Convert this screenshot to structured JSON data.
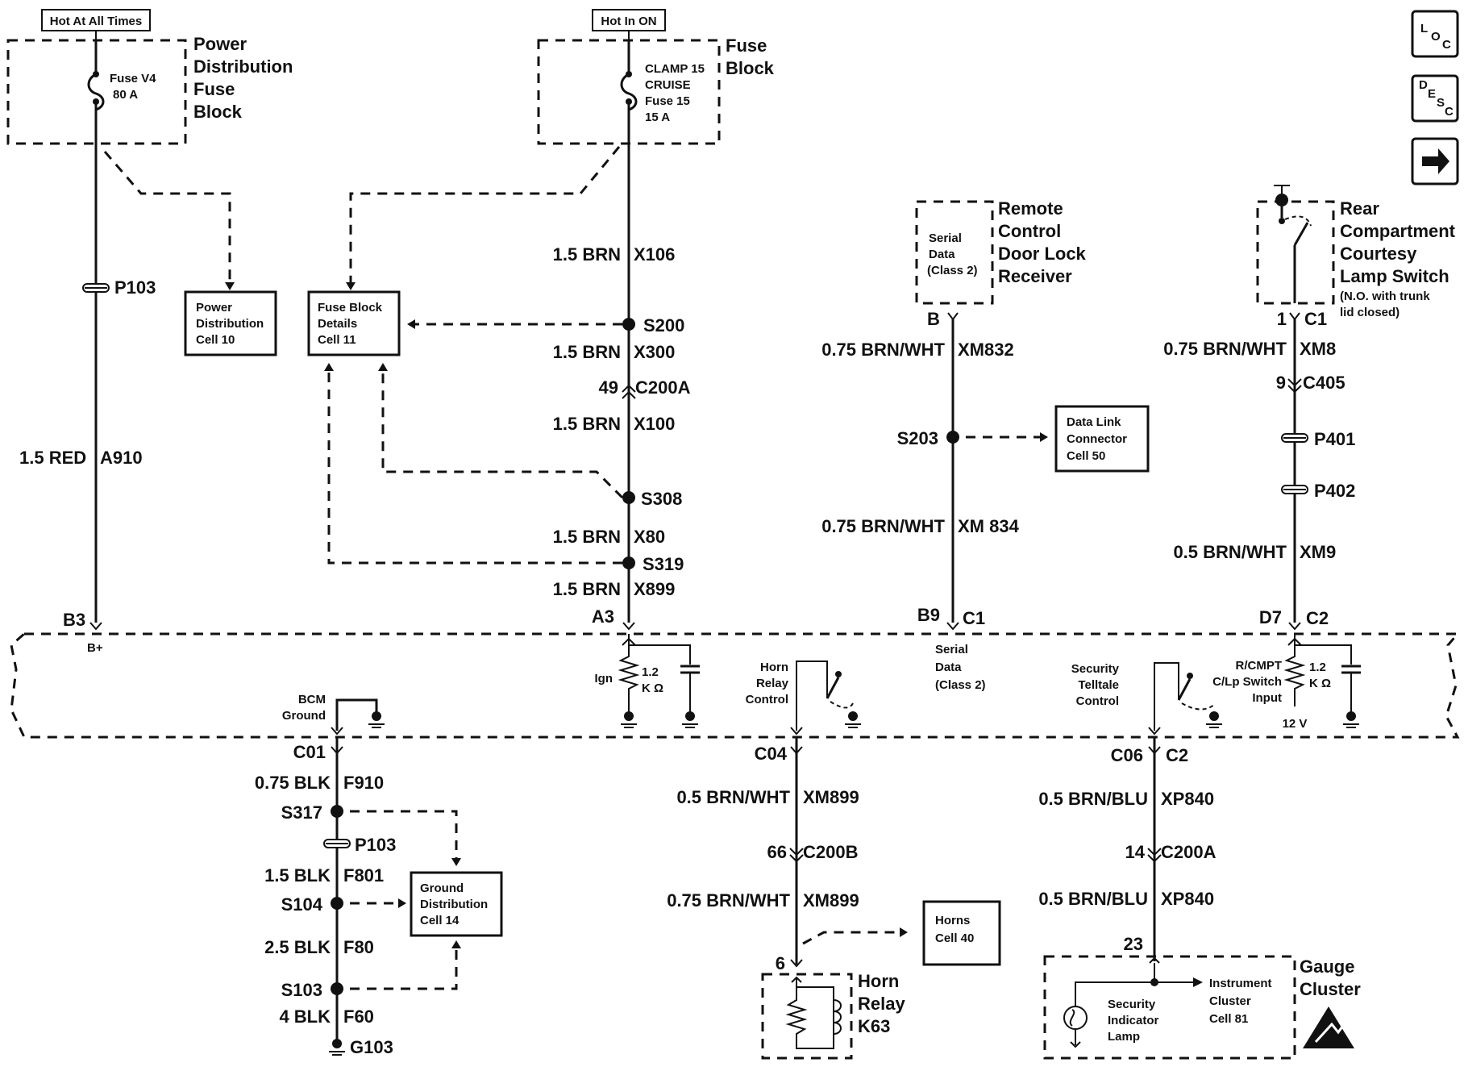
{
  "headers": {
    "hot_always": "Hot At All Times",
    "hot_on": "Hot In ON"
  },
  "power_dist": {
    "title": [
      "Power",
      "Distribution",
      "Fuse",
      "Block"
    ],
    "fuse": [
      "Fuse V4",
      "80 A"
    ]
  },
  "fuse_block": {
    "title": [
      "Fuse",
      "Block"
    ],
    "fuse": [
      "CLAMP 15",
      "CRUISE",
      "Fuse 15",
      "15 A"
    ]
  },
  "refs": {
    "power_dist_cell": [
      "Power",
      "Distribution",
      "Cell 10"
    ],
    "fuse_details_cell": [
      "Fuse Block",
      "Details",
      "Cell 11"
    ],
    "data_link_cell": [
      "Data Link",
      "Connector",
      "Cell 50"
    ],
    "ground_dist_cell": [
      "Ground",
      "Distribution",
      "Cell 14"
    ],
    "horns_cell": [
      "Horns",
      "Cell 40"
    ],
    "instrument_cell": [
      "Instrument",
      "Cluster",
      "Cell 81"
    ]
  },
  "remote": {
    "title": [
      "Remote",
      "Control",
      "Door Lock",
      "Receiver"
    ],
    "inner": [
      "Serial",
      "Data",
      "(Class 2)"
    ],
    "pin": "B",
    "wire1": "0.75 BRN/WHT",
    "circuit1": "XM832",
    "splice": "S203",
    "wire2": "0.75 BRN/WHT",
    "circuit2": "XM 834",
    "conn_pin": "B9",
    "conn": "C1"
  },
  "rear": {
    "title": [
      "Rear",
      "Compartment",
      "Courtesy",
      "Lamp Switch"
    ],
    "note": [
      "(N.O. with trunk",
      "lid closed)"
    ],
    "pin": "1",
    "conn": "C1",
    "wire1": "0.75 BRN/WHT",
    "circuit1": "XM8",
    "c405_pin": "9",
    "c405": "C405",
    "p401": "P401",
    "p402": "P402",
    "wire2": "0.5 BRN/WHT",
    "circuit2": "XM9",
    "bcm_pin": "D7",
    "bcm_conn": "C2"
  },
  "left": {
    "p103": "P103",
    "wire": "1.5 RED",
    "circuit": "A910",
    "pin": "B3",
    "bplus": "B+"
  },
  "center": {
    "w1": "1.5 BRN",
    "c1": "X106",
    "s200": "S200",
    "w2": "1.5 BRN",
    "c2": "X300",
    "c200a_pin": "49",
    "c200a": "C200A",
    "w3": "1.5 BRN",
    "c3": "X100",
    "s308": "S308",
    "w4": "1.5 BRN",
    "c4": "X80",
    "s319": "S319",
    "w5": "1.5 BRN",
    "c5": "X899",
    "pin": "A3"
  },
  "bcm": {
    "ground": [
      "BCM",
      "Ground"
    ],
    "ign": "Ign",
    "res_left": [
      "1.2",
      "K Ω"
    ],
    "horn_ctrl": [
      "Horn",
      "Relay",
      "Control"
    ],
    "serial": [
      "Serial",
      "Data",
      "(Class 2)"
    ],
    "security_ctrl": [
      "Security",
      "Telltale",
      "Control"
    ],
    "rcmpt": [
      "R/CMPT",
      "C/Lp Switch",
      "Input"
    ],
    "res_right": [
      "1.2",
      "K Ω"
    ],
    "volt": "12 V"
  },
  "ground_branch": {
    "pin": "C01",
    "w1": "0.75 BLK",
    "c1": "F910",
    "s317": "S317",
    "p103": "P103",
    "w2": "1.5 BLK",
    "c2": "F801",
    "s104": "S104",
    "w3": "2.5 BLK",
    "c3": "F80",
    "s103": "S103",
    "w4": "4 BLK",
    "c4": "F60",
    "g103": "G103"
  },
  "horn_branch": {
    "pin": "C04",
    "w1": "0.5 BRN/WHT",
    "c1": "XM899",
    "c200b_pin": "66",
    "c200b": "C200B",
    "w2": "0.75 BRN/WHT",
    "c2": "XM899",
    "relay_pin": "6",
    "relay": [
      "Horn",
      "Relay",
      "K63"
    ]
  },
  "gauge_branch": {
    "pin": "C06",
    "conn": "C2",
    "w1": "0.5 BRN/BLU",
    "c1": "XP840",
    "c200a_pin": "14",
    "c200a": "C200A",
    "w2": "0.5 BRN/BLU",
    "c2": "XP840",
    "cluster_pin": "23",
    "gauge": [
      "Gauge",
      "Cluster"
    ],
    "lamp": [
      "Security",
      "Indicator",
      "Lamp"
    ]
  },
  "nav": {
    "loc": [
      "L",
      "O",
      "C"
    ],
    "desc": [
      "D",
      "E",
      "S",
      "C"
    ],
    "arrow": "next-arrow-icon"
  }
}
